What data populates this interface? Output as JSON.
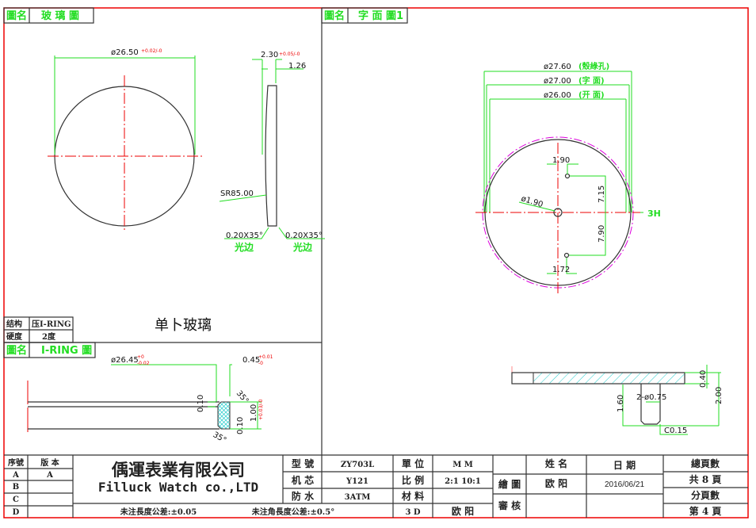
{
  "glass_view": {
    "tag_label": "圖名",
    "tag_title": "玻 璃 圖",
    "diameter": "ø26.50",
    "diameter_tol": "+0.02/-0",
    "thickness": "2.30",
    "thickness_tol": "+0.05/-0",
    "edge": "1.26",
    "radius": "SR85.00",
    "chamfer_left": "0.20X35°",
    "chamfer_right": "0.20X35°",
    "polish_left": "光边",
    "polish_right": "光边",
    "caption": "单卜玻璃"
  },
  "spec": {
    "structure_label": "结构",
    "structure_value": "压I-RING",
    "hardness_label": "硬度",
    "hardness_value": "2度"
  },
  "iring_view": {
    "tag_label": "圖名",
    "tag_title": "I-RING 圖",
    "diameter": "ø26.45",
    "diameter_tol_plus": "+0",
    "diameter_tol_minus": "-0.02",
    "width": "0.45",
    "width_tol_plus": "+0.01",
    "width_tol_minus": "-0",
    "top_gap": "0.10",
    "bottom_gap": "0.10",
    "height": "1.00",
    "height_tol": "+0.03/-0",
    "angle_top": "35°",
    "angle_bottom": "35°"
  },
  "dial_view": {
    "tag_label": "圖名",
    "tag_title": "字 面 圖1",
    "d1": "ø27.60",
    "d1_note": "(殼綠孔)",
    "d2": "ø27.00",
    "d2_note": "(字 面)",
    "d3": "ø26.00",
    "d3_note": "(开 面)",
    "top_offset": "1.90",
    "bottom_offset": "1.72",
    "center_hole": "ø1.90",
    "top_dist": "7.15",
    "bottom_dist": "7.90",
    "position": "3H",
    "thickness": "0.40",
    "total_height": "2.00",
    "pin_height": "1.60",
    "pin_dia": "2-ø0.75",
    "pin_chamfer": "C0.15"
  },
  "title_block": {
    "rev_header": "序號",
    "ver_header": "版 本",
    "revisions": [
      {
        "id": "A",
        "ver": "A"
      },
      {
        "id": "B",
        "ver": ""
      },
      {
        "id": "C",
        "ver": ""
      },
      {
        "id": "D",
        "ver": ""
      }
    ],
    "company_cn": "偊運表業有限公司",
    "company_en": "Filluck Watch co.,LTD",
    "model_label": "型 號",
    "model": "ZY703L",
    "movement_label": "机 芯",
    "movement": "Y121",
    "water_label": "防 水",
    "water": "3ATM",
    "length_tol": "未注長度公差:±0.05",
    "angle_tol": "未注角長度公差:±0.5°",
    "unit_label": "單 位",
    "unit": "M M",
    "scale_label": "比 例",
    "scale": "2:1 10:1",
    "material_label": "材 料",
    "material": "",
    "model3d_label": "3 D",
    "model3d_by": "欧 阳",
    "draw_label": "繪 圖",
    "review_label": "審 核",
    "name_header": "姓 名",
    "date_header": "日 期",
    "drawer": "欧 阳",
    "draw_date": "2016/06/21",
    "total_pages_label": "總頁數",
    "total_pages": "共 8 頁",
    "page_label": "分頁數",
    "page": "第 4 頁"
  }
}
